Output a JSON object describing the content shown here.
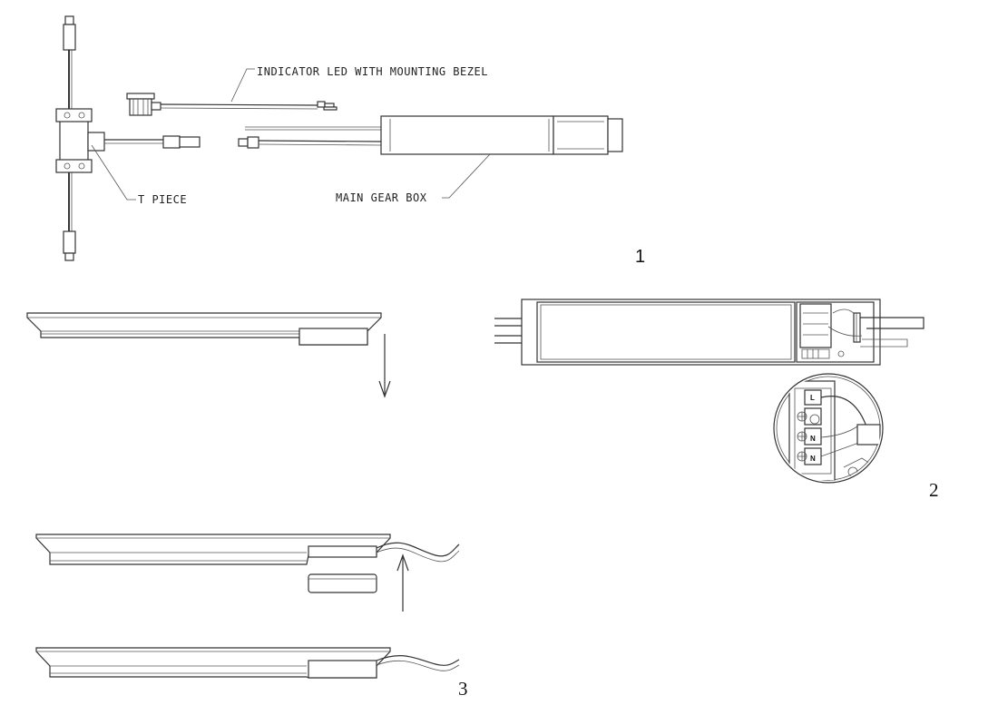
{
  "figure_labels": {
    "indicator_led": "INDICATOR LED WITH MOUNTING BEZEL",
    "t_piece": "T PIECE",
    "main_gear_box": "MAIN GEAR BOX"
  },
  "step_numbers": {
    "step1": "1",
    "step2": "2",
    "step3": "3"
  },
  "terminal_letters": [
    "L",
    "N",
    "N"
  ]
}
